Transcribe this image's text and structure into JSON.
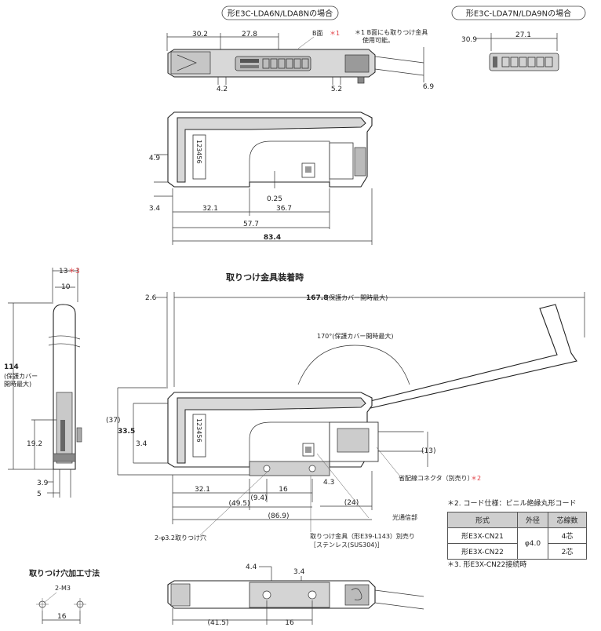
{
  "top_left_pill": "形E3C-LDA6N/LDA8Nの場合",
  "top_right_pill": "形E3C-LDA7N/LDA9Nの場合",
  "note1": {
    "label": "B面",
    "mark": "＊1",
    "text_line1": "＊1 B面にも取りつけ金具",
    "text_line2": "使用可能。"
  },
  "top_dims": {
    "d30_2": "30.2",
    "d27_8": "27.8",
    "d4_2": "4.2",
    "d5_2": "5.2",
    "d6_9": "6.9"
  },
  "right_top_dims": {
    "d30_9": "30.9",
    "d27_1": "27.1"
  },
  "side_dims": {
    "d4_9": "4.9",
    "d3_4": "3.4",
    "d0_25": "0.25",
    "d32_1": "32.1",
    "d36_7": "36.7",
    "d57_7": "57.7",
    "d83_4": "83.4"
  },
  "display_digits": "123456",
  "mount_title": "取りつけ金具装着時",
  "mount_dims": {
    "d2_6": "2.6",
    "d167_8": "167.8",
    "d167_8_note": "(保護カバー開時最大)",
    "angle": "170°(保護カバー開時最大)",
    "d37": "(37)",
    "d33_5": "33.5",
    "d3_4": "3.4",
    "d13": "(13)",
    "d4_3": "4.3",
    "d32_1": "32.1",
    "d9_4": "(9.4)",
    "d16": "16",
    "d24": "(24)",
    "d49_5": "(49.5)",
    "d86_9": "(86.9)"
  },
  "left_view": {
    "d13": "13",
    "d13_mark": "＊3",
    "d10": "10",
    "d114": "114",
    "d114_note1": "(保護カバー",
    "d114_note2": "開時最大)",
    "d19_2": "19.2",
    "d3_9": "3.9",
    "d5": "5"
  },
  "callouts": {
    "connector": "省配線コネクタ（別売り）",
    "connector_mark": "＊2",
    "optical": "光通信部",
    "hole": "2-φ3.2取りつけ穴",
    "bracket1": "取りつけ金具（形E39-L143）別売り",
    "bracket2": "［ステンレス(SUS304)］"
  },
  "cord_note": "＊2. コード仕様：ビニル絶縁丸形コード",
  "spec_table": {
    "headers": [
      "形式",
      "外径",
      "芯線数"
    ],
    "rows": [
      [
        "形E3X-CN21",
        "φ4.0",
        "4芯"
      ],
      [
        "形E3X-CN22",
        "",
        "2芯"
      ]
    ]
  },
  "note3": "＊3. 形E3X-CN22接続時",
  "hole_title": "取りつけ穴加工寸法",
  "hole_dims": {
    "m3": "2-M3",
    "d16": "16"
  },
  "bottom_dims": {
    "d4_4": "4.4",
    "d3_4": "3.4",
    "d41_5": "(41.5)",
    "d16": "16"
  },
  "colors": {
    "accent_red": "#e0383e",
    "body_gray": "#d8d8d8",
    "table_header": "#cfcfcf"
  }
}
